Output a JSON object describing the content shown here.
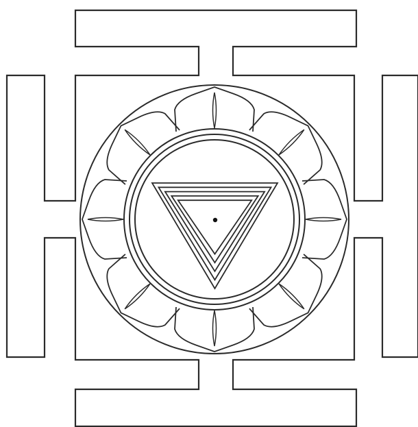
{
  "diagram": {
    "colors": {
      "background": "#ffffff",
      "stroke": "#2a2a2a"
    },
    "petal_count": 8,
    "triangle_nested_count": 5,
    "circle_rings": 3,
    "gates": 4,
    "has_center_bindu": true
  }
}
